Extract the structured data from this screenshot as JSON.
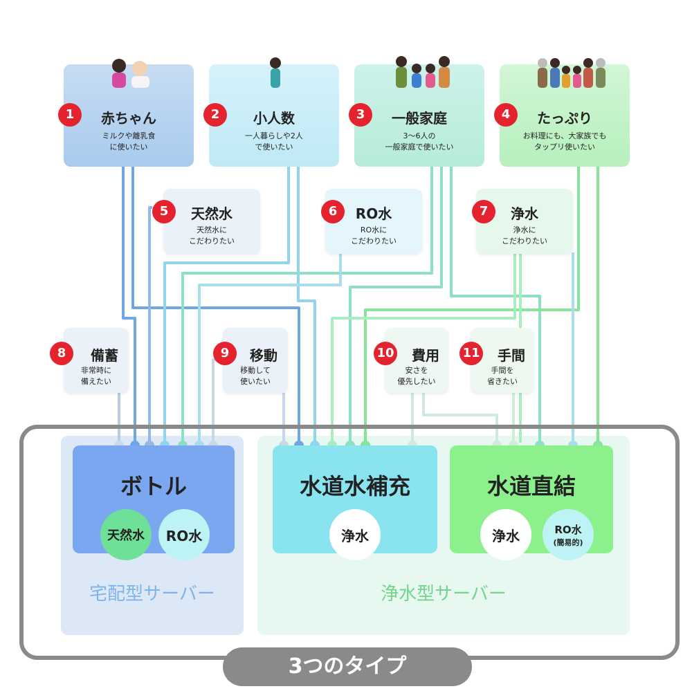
{
  "needs": [
    {
      "num": "1",
      "title": "赤ちゃん",
      "desc": "ミルクや離乳食\nに使いたい"
    },
    {
      "num": "2",
      "title": "小人数",
      "desc": "一人暮らしや2人\nで使いたい"
    },
    {
      "num": "3",
      "title": "一般家庭",
      "desc": "3〜6人の\n一般家庭で使いたい"
    },
    {
      "num": "4",
      "title": "たっぷり",
      "desc": "お料理にも、大家族でも\nタップリ使いたい"
    },
    {
      "num": "5",
      "title": "天然水",
      "desc": "天然水に\nこだわりたい"
    },
    {
      "num": "6",
      "title": "RO水",
      "desc": "RO水に\nこだわりたい"
    },
    {
      "num": "7",
      "title": "浄水",
      "desc": "浄水に\nこだわりたい"
    },
    {
      "num": "8",
      "title": "備蓄",
      "desc": "非常時に\n備えたい"
    },
    {
      "num": "9",
      "title": "移動",
      "desc": "移動して\n使いたい"
    },
    {
      "num": "10",
      "title": "費用",
      "desc": "安さを\n優先したい"
    },
    {
      "num": "11",
      "title": "手間",
      "desc": "手間を\n省きたい"
    }
  ],
  "servers": {
    "bottle": {
      "title": "ボトル",
      "water": [
        "天然水",
        "RO水"
      ]
    },
    "refill": {
      "title": "水道水補充",
      "water": [
        "浄水"
      ]
    },
    "direct": {
      "title": "水道直結",
      "water": [
        "浄水",
        "RO水",
        "(簡易的)"
      ]
    }
  },
  "groups": {
    "delivery": "宅配型サーバー",
    "purifier": "浄水型サーバー"
  },
  "types_label": "3つのタイプ",
  "colors": {
    "badge": "#e4232f",
    "bottle": "#7aa7ef",
    "refill": "#8ae4f0",
    "direct": "#8cf08c",
    "delivery_bg": "#dde8f7",
    "purifier_bg": "#e6f8ef",
    "delivery_text": "#7fb4e8",
    "purifier_text": "#74d48c",
    "frame": "#8a8a8a"
  }
}
